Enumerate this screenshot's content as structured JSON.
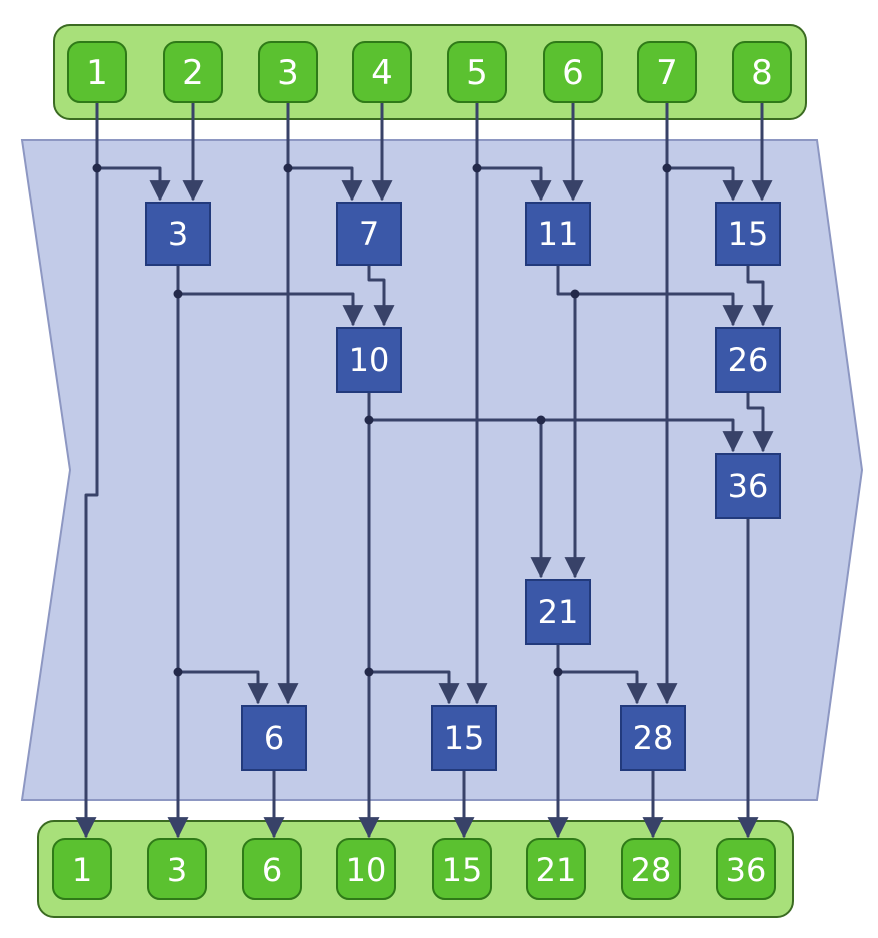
{
  "inputs": [
    "1",
    "2",
    "3",
    "4",
    "5",
    "6",
    "7",
    "8"
  ],
  "operators": [
    "3",
    "7",
    "11",
    "15",
    "10",
    "26",
    "36",
    "21",
    "6",
    "15",
    "28"
  ],
  "outputs": [
    "1",
    "3",
    "6",
    "10",
    "15",
    "21",
    "28",
    "36"
  ],
  "colors": {
    "node_fill": "#5bc130",
    "node_border": "#2f7a18",
    "bar_fill": "#a8e07a",
    "bar_border": "#3b6b22",
    "panel_fill": "#c2cbe8",
    "panel_border": "#8d97c2",
    "op_fill": "#3b58a8",
    "op_border": "#223a7c",
    "wire": "#384268"
  }
}
